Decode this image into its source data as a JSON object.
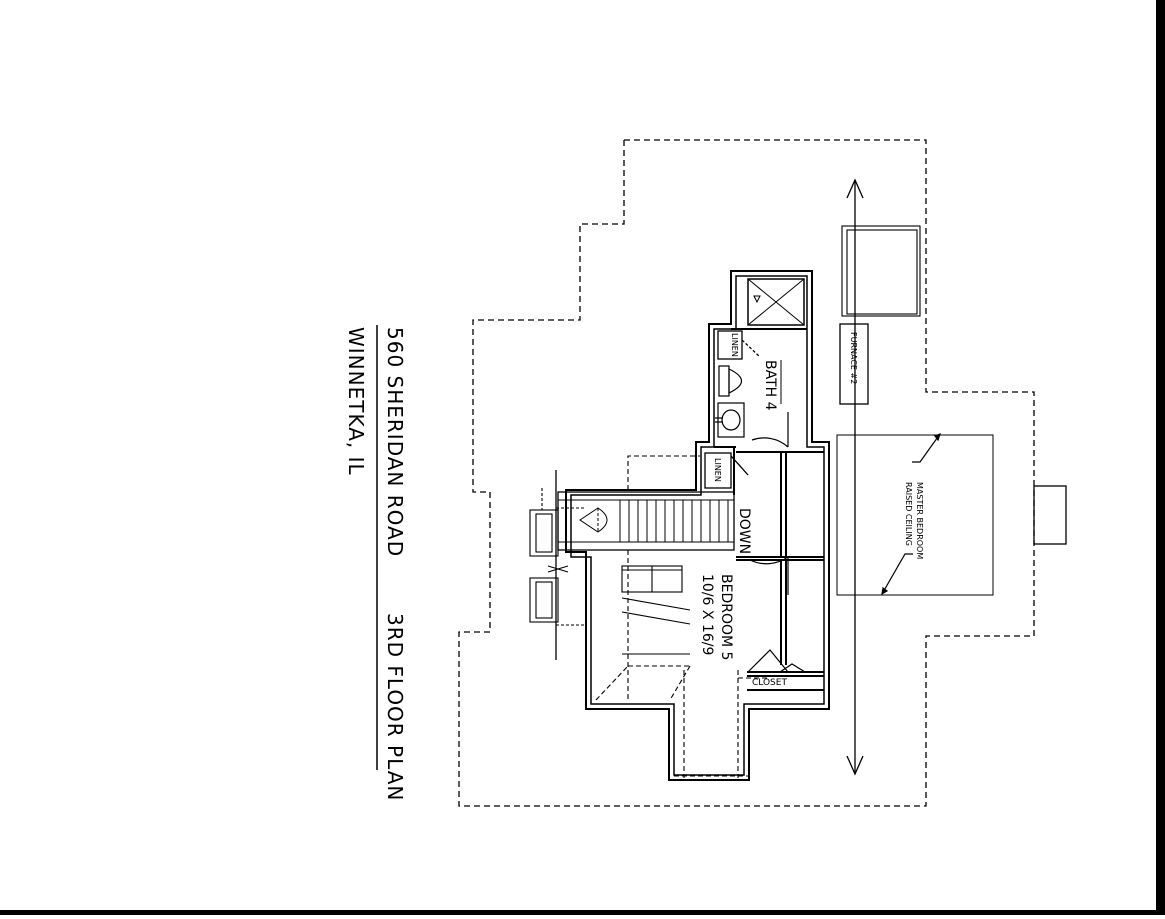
{
  "title_block": {
    "address": "560 SHERIDAN ROAD",
    "city": "WINNETKA, IL",
    "sheet": "3RD FLOOR PLAN"
  },
  "rooms": {
    "bath": "BATH 4",
    "linen_bath": "LINEN",
    "linen_hall": "LINEN",
    "down": "DOWN",
    "bedroom": "BEDROOM 5",
    "bedroom_size": "10/6 X 16/9",
    "closet": "CLOSET",
    "furnace": "FURNACE #2",
    "master_line1": "MASTER BEDROOM",
    "master_line2": "RAISED CEILING"
  }
}
